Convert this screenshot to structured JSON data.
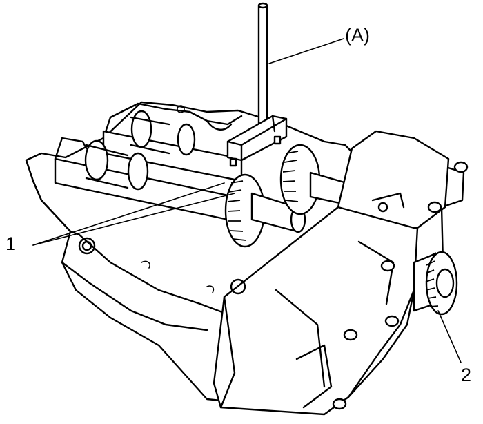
{
  "figure": {
    "labels": {
      "tool": "(A)",
      "gears": "1",
      "sprocket": "2"
    },
    "colors": {
      "line": "#000000",
      "background": "#ffffff"
    }
  }
}
